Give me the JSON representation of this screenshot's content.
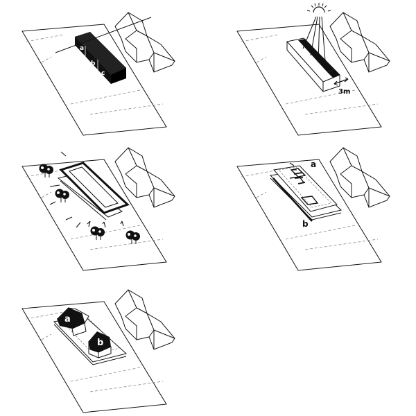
{
  "panels": [
    {
      "id": "p1",
      "labels": {
        "a": "a",
        "b": "b",
        "c": "c"
      }
    },
    {
      "id": "p2",
      "labels": {
        "dim": "3m"
      }
    },
    {
      "id": "p3",
      "labels": {}
    },
    {
      "id": "p4",
      "labels": {
        "a": "a",
        "b": "b"
      }
    },
    {
      "id": "p5",
      "labels": {
        "a": "a",
        "b": "b"
      }
    }
  ],
  "colors": {
    "ink": "#111111",
    "dash": "#888888",
    "paper": "#ffffff"
  }
}
